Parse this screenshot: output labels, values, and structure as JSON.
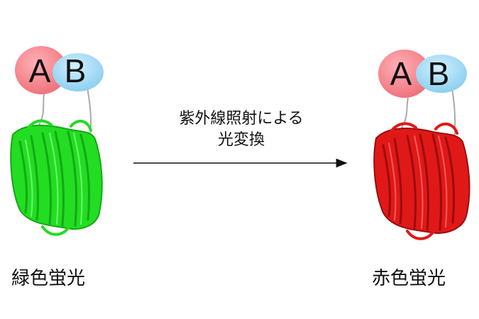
{
  "left_construct": {
    "domain_a_label": "A",
    "domain_b_label": "B",
    "caption": "緑色蛍光",
    "protein_color": "#22dd22",
    "protein_dark": "#14a814"
  },
  "right_construct": {
    "domain_a_label": "A",
    "domain_b_label": "B",
    "caption": "赤色蛍光",
    "protein_color": "#e01818",
    "protein_dark": "#9c0c0c"
  },
  "arrow": {
    "caption_line1": "紫外線照射による",
    "caption_line2": "光変換"
  },
  "colors": {
    "domain_a": "#f27a83",
    "domain_b": "#8fd1f0",
    "linker": "#aaaaaa",
    "arrow": "#111111"
  }
}
